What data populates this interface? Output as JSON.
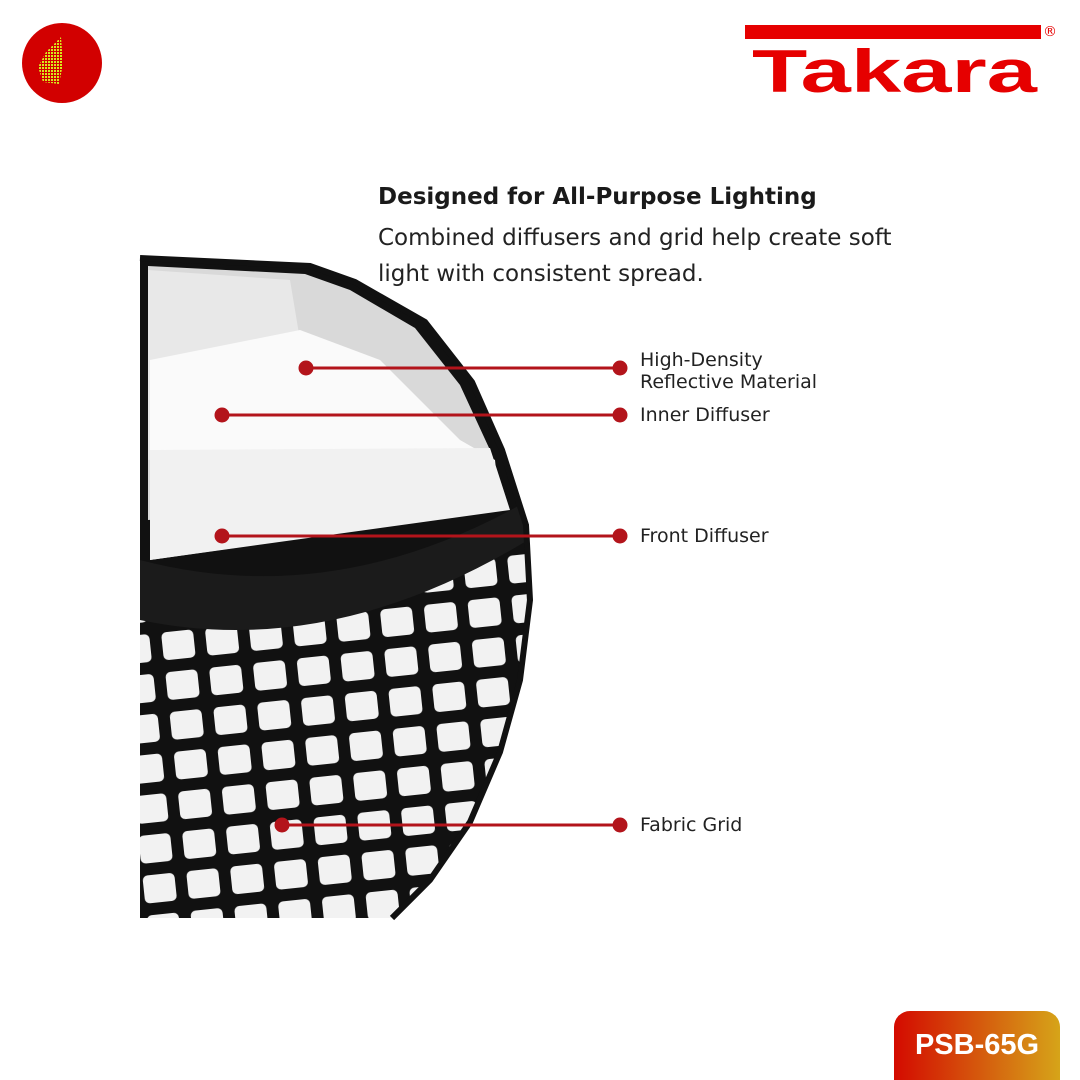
{
  "brand": {
    "name": "Takara",
    "registered": "®",
    "color": "#e60000"
  },
  "heading": "Designed for All-Purpose Lighting",
  "subheading": "Combined diffusers and grid help create soft light with consistent spread.",
  "callouts": [
    {
      "label_line1": "High-Density",
      "label_line2": "Reflective Material"
    },
    {
      "label": "Inner Diffuser"
    },
    {
      "label": "Front Diffuser"
    },
    {
      "label": "Fabric Grid"
    }
  ],
  "callout_color": "#b3141b",
  "model_badge": "PSB-65G"
}
